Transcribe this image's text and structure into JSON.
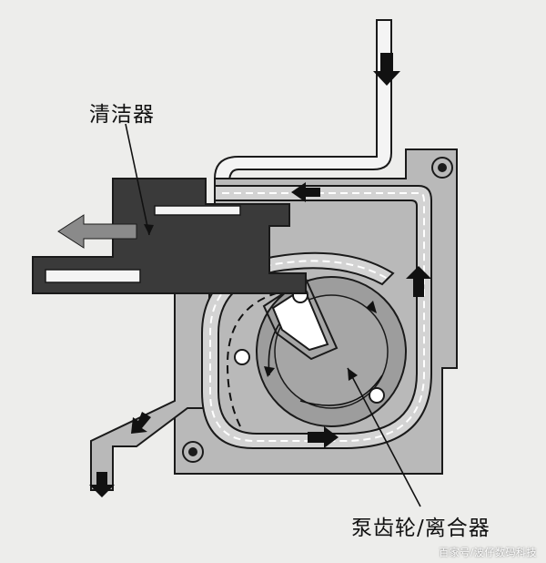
{
  "labels": {
    "cleaner": "清洁器",
    "pump_gear_clutch": "泵齿轮/离合器"
  },
  "watermark": "百家号/波仔数码科技",
  "colors": {
    "background": "#ededeb",
    "housing": "#b9b9b9",
    "cleaner_body": "#3a3a3a",
    "outline": "#1a1a1a",
    "channel": "#d3d3d3",
    "gear": "#9d9d9d",
    "flow_arrow": "#111111",
    "outlet_arrow": "#8a8a8a"
  },
  "icons": [
    "flow-arrow-icon",
    "outlet-arrow-icon",
    "mount-hole-icon",
    "gear-pin-icon"
  ]
}
